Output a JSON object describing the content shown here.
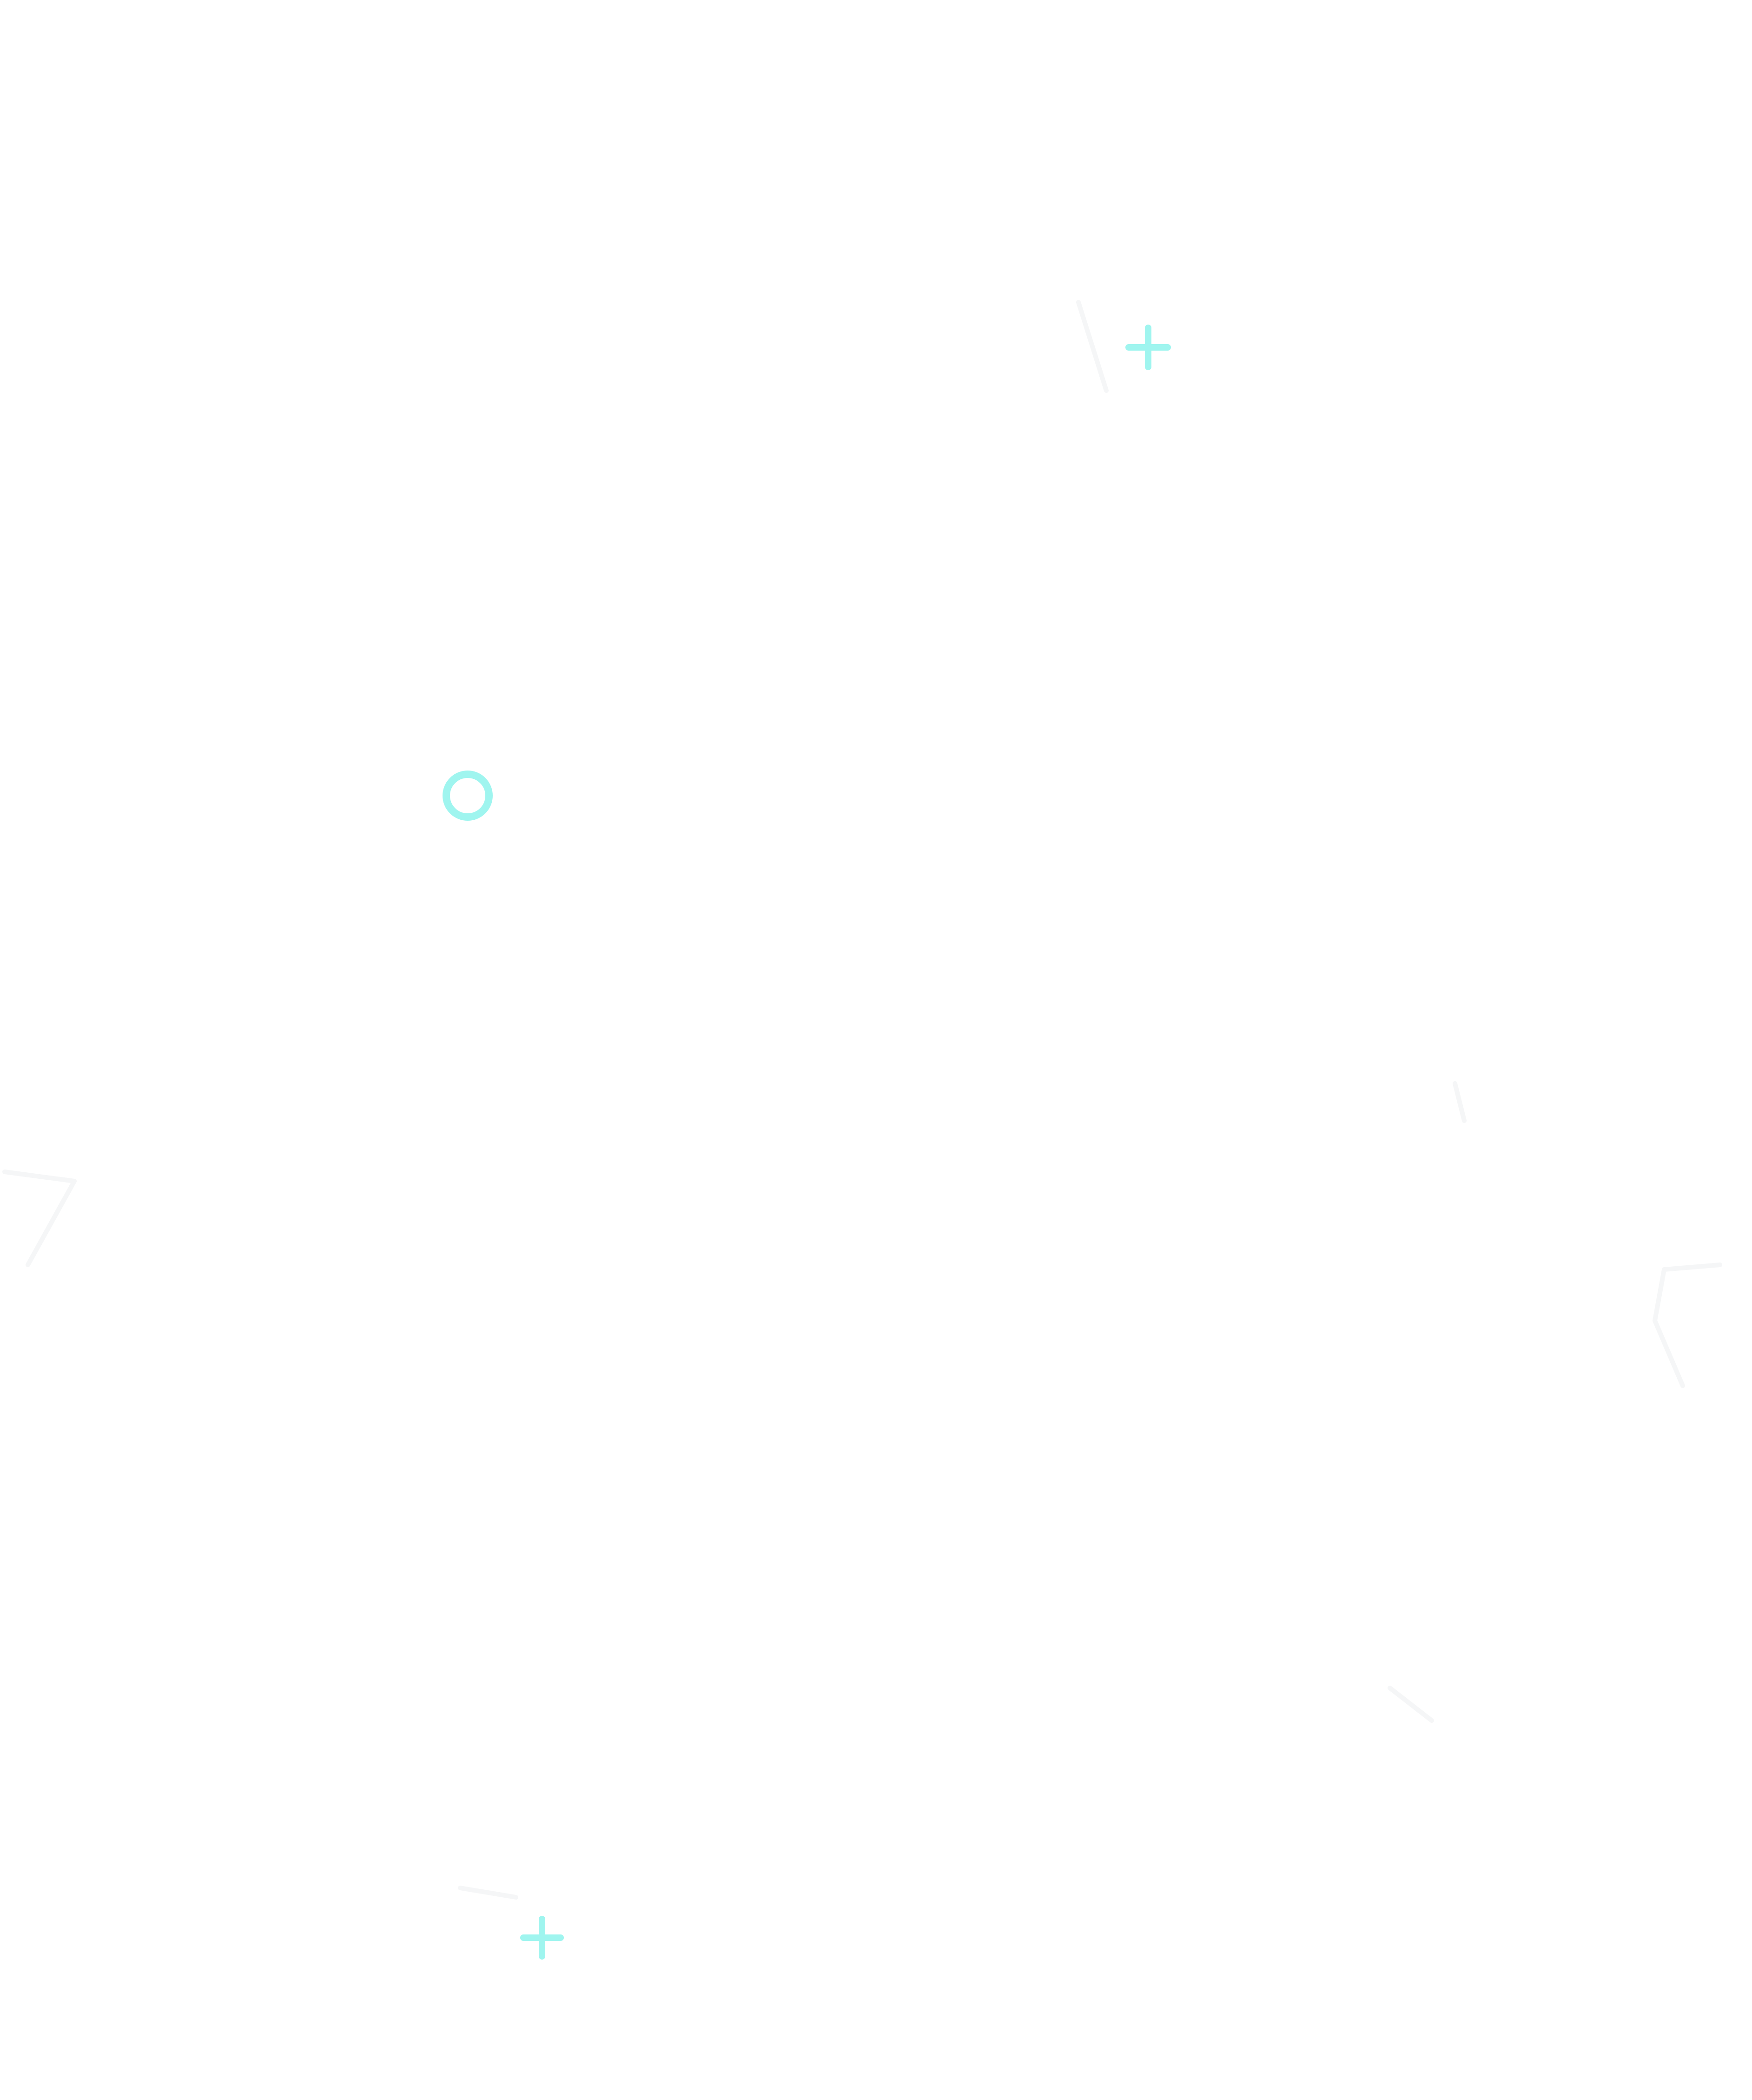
{
  "background": {
    "color": "#ffffff"
  },
  "accent_color": "#9ff5ef",
  "ghost_color": "#f5f6f7",
  "decorations": [
    {
      "name": "plus-icon",
      "kind": "plus"
    },
    {
      "name": "ring-icon",
      "kind": "ring"
    },
    {
      "name": "plus-icon",
      "kind": "plus"
    }
  ],
  "ghost_shapes": [
    {
      "name": "faint-triangle-shape"
    },
    {
      "name": "faint-bracket-shape"
    },
    {
      "name": "faint-shape"
    },
    {
      "name": "faint-shape"
    },
    {
      "name": "faint-shape"
    },
    {
      "name": "faint-shape"
    }
  ]
}
